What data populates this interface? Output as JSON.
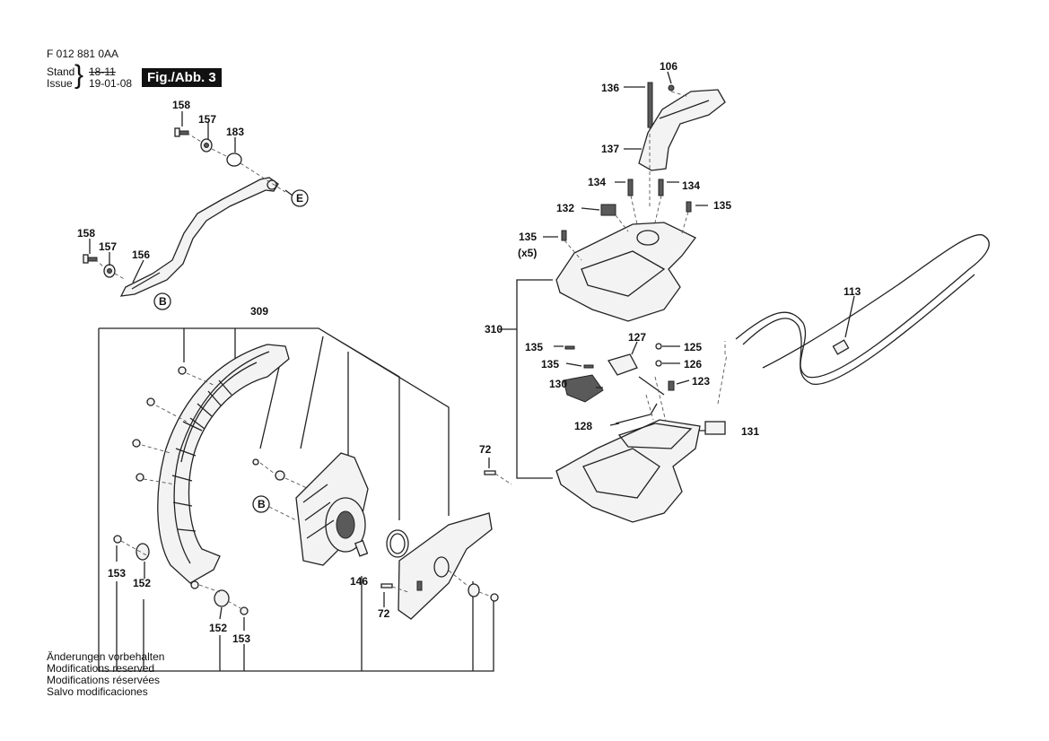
{
  "header": {
    "part_number": "F 012 881 0AA",
    "stand_label": "Stand",
    "issue_label": "Issue",
    "old_date": "18-11",
    "new_date": "19-01-08",
    "figure": "Fig./Abb. 3"
  },
  "labels": {
    "l106": "106",
    "l136": "136",
    "l137": "137",
    "l134a": "134",
    "l134b": "134",
    "l132": "132",
    "l135a": "135",
    "l135b": "135",
    "l135x5": "(x5)",
    "l158a": "158",
    "l157a": "157",
    "l183": "183",
    "lE": "E",
    "l158b": "158",
    "l157b": "157",
    "l156": "156",
    "lB1": "B",
    "l309": "309",
    "l310": "310",
    "l113": "113",
    "l127": "127",
    "l125": "125",
    "l135c": "135",
    "l135d": "135",
    "l126": "126",
    "l130": "130",
    "l123": "123",
    "l128": "128",
    "l131": "131",
    "l72a": "72",
    "l72b": "72",
    "lB2": "B",
    "l146": "146",
    "l153a": "153",
    "l152a": "152",
    "l152b": "152",
    "l153b": "153"
  },
  "notes": [
    "Änderungen vorbehalten",
    "Modifications reserved",
    "Modifications réservées",
    "Salvo modificaciones"
  ]
}
